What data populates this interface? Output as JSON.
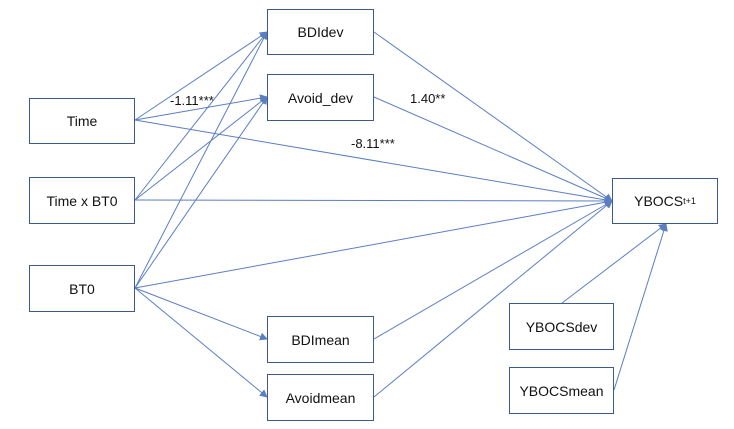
{
  "nodes": {
    "time": "Time",
    "time_x_bt0": "Time x BT0",
    "bt0": "BT0",
    "bdidev": "BDIdev",
    "avoid_dev": "Avoid_dev",
    "bdimean": "BDImean",
    "avoidmean": "Avoidmean",
    "ybocs_base": "YBOCS",
    "ybocs_sub": "t+1",
    "ybocsdev": "YBOCSdev",
    "ybocsmean": "YBOCSmean"
  },
  "coefficients": {
    "time_to_avoid_dev": "-1.11***",
    "avoid_dev_to_ybocs": "1.40**",
    "time_to_ybocs": "-8.11***"
  },
  "colors": {
    "edge": "#5b7ec2",
    "border": "#3c5a8c"
  }
}
